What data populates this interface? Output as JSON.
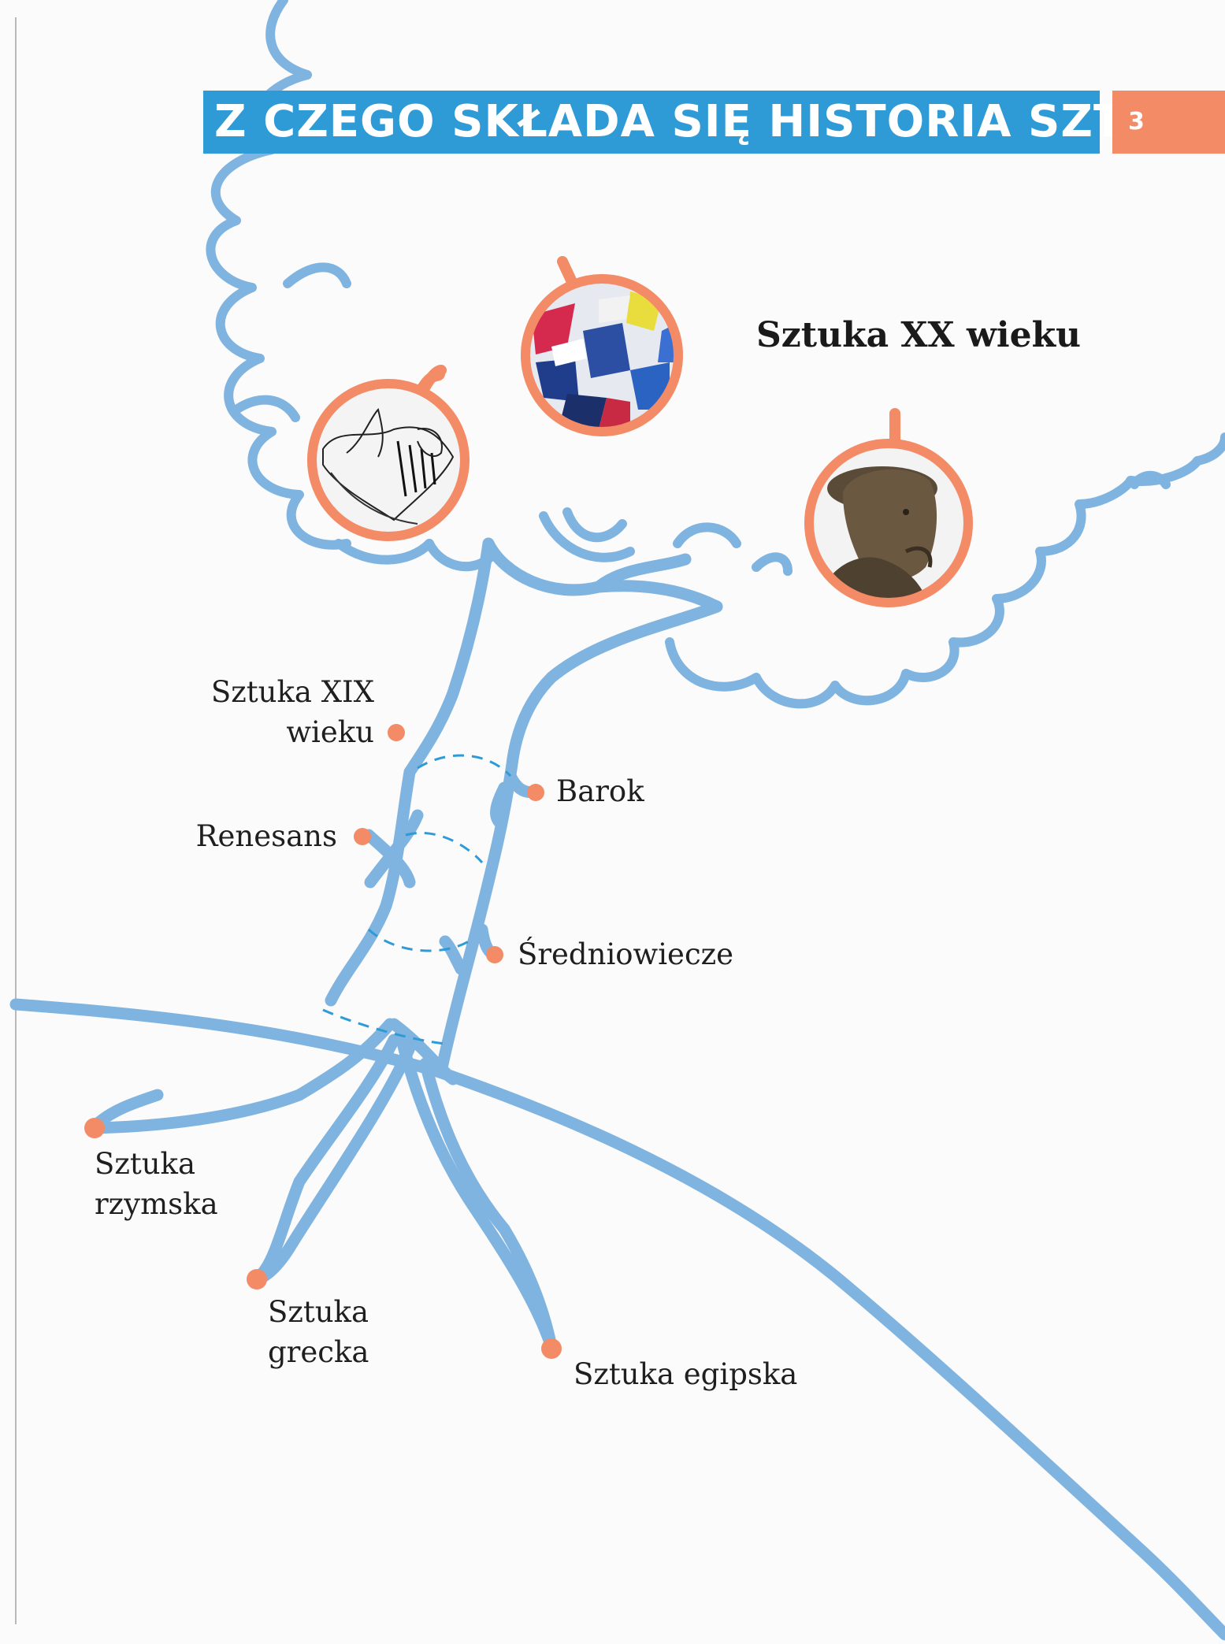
{
  "header": {
    "title": "Z CZEGO SKŁADA SIĘ HISTORIA SZTUKI?",
    "page_number": "3"
  },
  "featured_heading": "Sztuka XX wieku",
  "timeline_labels": {
    "xix_line1": "Sztuka XIX",
    "xix_line2": "wieku",
    "barok": "Barok",
    "renesans": "Renesans",
    "sredniowiecze": "Średniowiecze",
    "rzymska_line1": "Sztuka",
    "rzymska_line2": "rzymska",
    "grecka_line1": "Sztuka",
    "grecka_line2": "grecka",
    "egipska": "Sztuka egipska"
  },
  "colors": {
    "branch": "#7fb3e0",
    "dot": "#f28b66",
    "title_bar": "#2f9bd6",
    "page_tab": "#f28b66",
    "dashed_arc": "#2f9bd6"
  },
  "apple_images": [
    {
      "name": "sketch-drawing-apple",
      "subject": "line drawing sketch"
    },
    {
      "name": "abstract-collage-apple",
      "subject": "abstract geometric collage"
    },
    {
      "name": "bronze-bust-apple",
      "subject": "bronze sculpture of a man with a cap"
    }
  ]
}
